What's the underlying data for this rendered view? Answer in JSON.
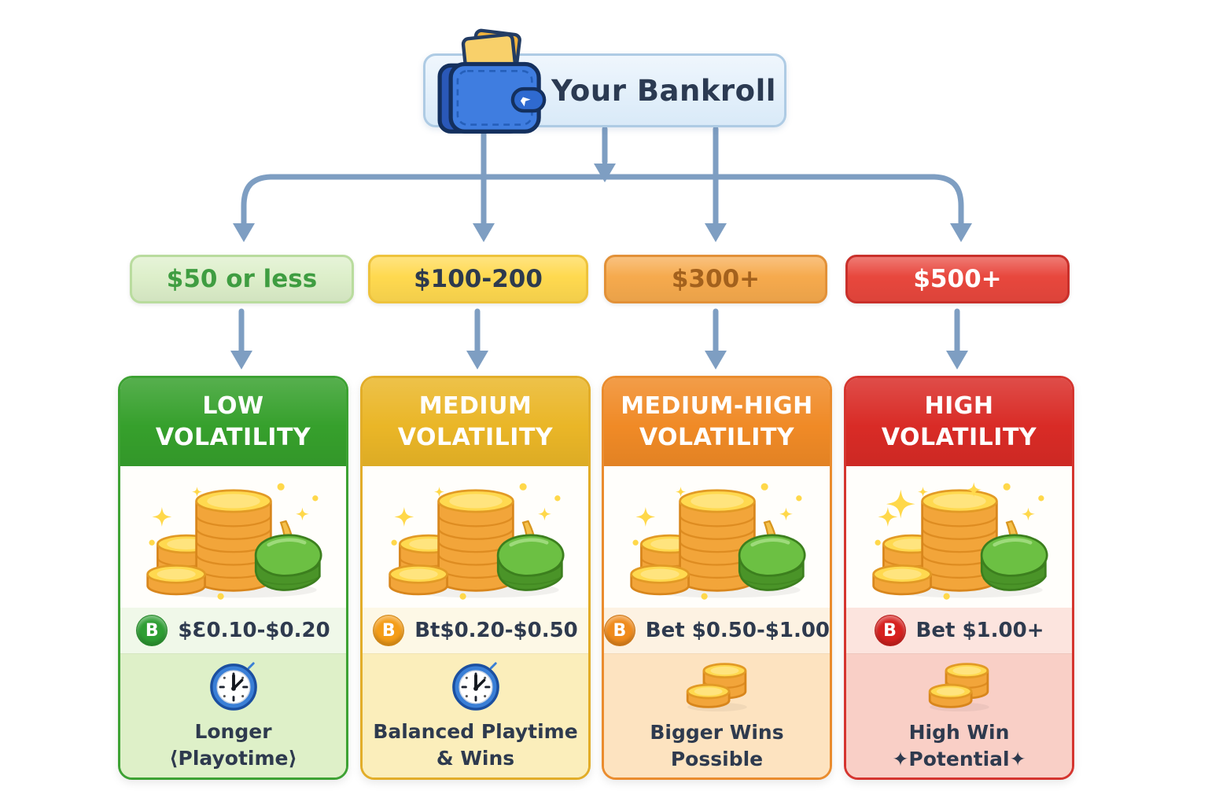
{
  "palette": {
    "arrow": "#7e9ec2",
    "text_dark": "#2e3a4e",
    "page_bg": "#ffffff"
  },
  "bankroll": {
    "title": "Your Bankroll",
    "icon": "wallet-icon",
    "bg_from": "#eff6fd",
    "bg_to": "#d9eaf8",
    "border": "#aecbe4",
    "text_color": "#2b3a52"
  },
  "tiers": [
    {
      "label": "$50 or less",
      "bg": "#ddefca",
      "border": "#b9dc9e",
      "text": "#3f9d41"
    },
    {
      "label": "$100-200",
      "bg": "#ffd94f",
      "border": "#eec33d",
      "text": "#2d3a4e"
    },
    {
      "label": "$300+",
      "bg": "#f6aa4d",
      "border": "#e29138",
      "text": "#a3611d"
    },
    {
      "label": "$500+",
      "bg": "#e8473d",
      "border": "#c9302b",
      "text": "#ffffff"
    }
  ],
  "cards": [
    {
      "header_line1": "LOW",
      "header_line2": "VOLATILITY",
      "badge_letter": "B",
      "bet_label": "$Ɛ0.10-$0.20",
      "desc_line1": "Longer",
      "desc_line2": "⟨Playotime⟩",
      "icon": "clock-icon",
      "colors": {
        "header": "#36a02c",
        "border": "#3da233",
        "panel": "#def0c8",
        "bet_bg": "#f0f8e9",
        "badge": "#2e9e33"
      }
    },
    {
      "header_line1": "MEDIUM",
      "header_line2": "VOLATILITY",
      "badge_letter": "B",
      "bet_label": "Bt$0.20-$0.50",
      "desc_line1": "Balanced Playtime",
      "desc_line2": "& Wins",
      "icon": "clock-icon",
      "colors": {
        "header": "#eab627",
        "border": "#e2ad29",
        "panel": "#fbeebb",
        "bet_bg": "#fdf8e6",
        "badge": "#f49d18"
      }
    },
    {
      "header_line1": "MEDIUM-HIGH",
      "header_line2": "VOLATILITY",
      "badge_letter": "B",
      "bet_label": "Bet $0.50-$1.00",
      "desc_line1": "Bigger Wins",
      "desc_line2": "Possible",
      "icon": "coin-stack-icon",
      "colors": {
        "header": "#f08a26",
        "border": "#ea8c2e",
        "panel": "#fde3c0",
        "bet_bg": "#fdf2e2",
        "badge": "#ef8b1d"
      }
    },
    {
      "header_line1": "HIGH",
      "header_line2": "VOLATILITY",
      "badge_letter": "B",
      "bet_label": "Bet $1.00+",
      "desc_line1": "High Win",
      "desc_line2": "✦Potential✦",
      "icon": "coin-stack-icon",
      "colors": {
        "header": "#d92b26",
        "border": "#d5352f",
        "panel": "#f9cfc6",
        "bet_bg": "#fce4de",
        "badge": "#d6211f"
      }
    }
  ]
}
